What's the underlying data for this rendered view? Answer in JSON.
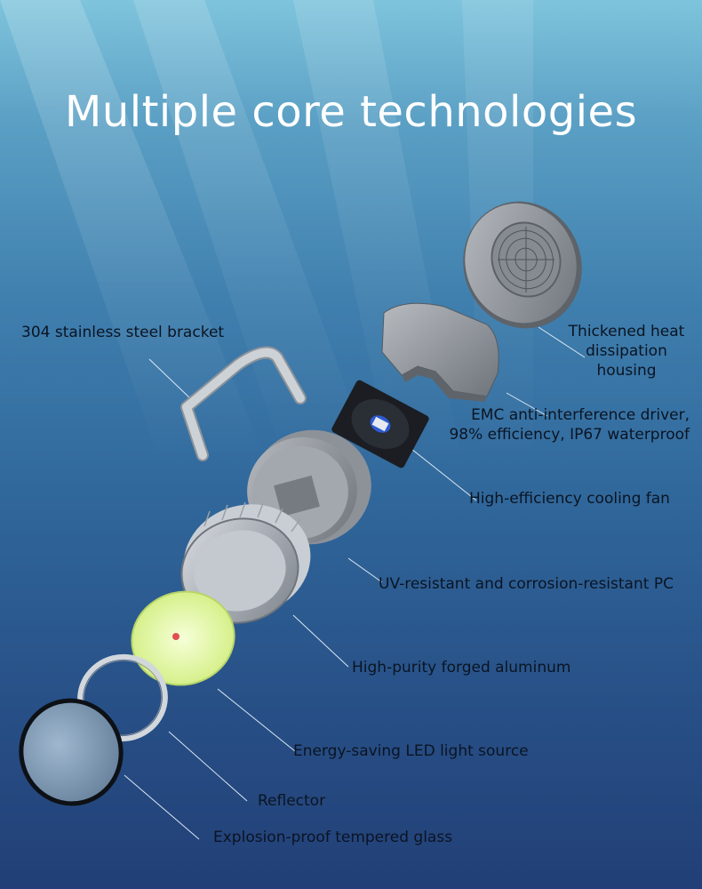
{
  "title": "Multiple core technologies",
  "labels": {
    "bracket": "304 stainless steel bracket",
    "housing_line1": "Thickened heat",
    "housing_line2": "dissipation",
    "housing_line3": "housing",
    "driver_line1": "EMC anti-interference driver,",
    "driver_line2": "98% efficiency, IP67 waterproof",
    "fan": "High-efficiency cooling fan",
    "pc": "UV-resistant and corrosion-resistant PC",
    "aluminum": "High-purity forged aluminum",
    "led": "Energy-saving LED light source",
    "reflector": "Reflector",
    "glass": "Explosion-proof tempered glass"
  },
  "colors": {
    "text": "#0b1422",
    "title": "#ffffff",
    "leader": "#dce8f2"
  }
}
